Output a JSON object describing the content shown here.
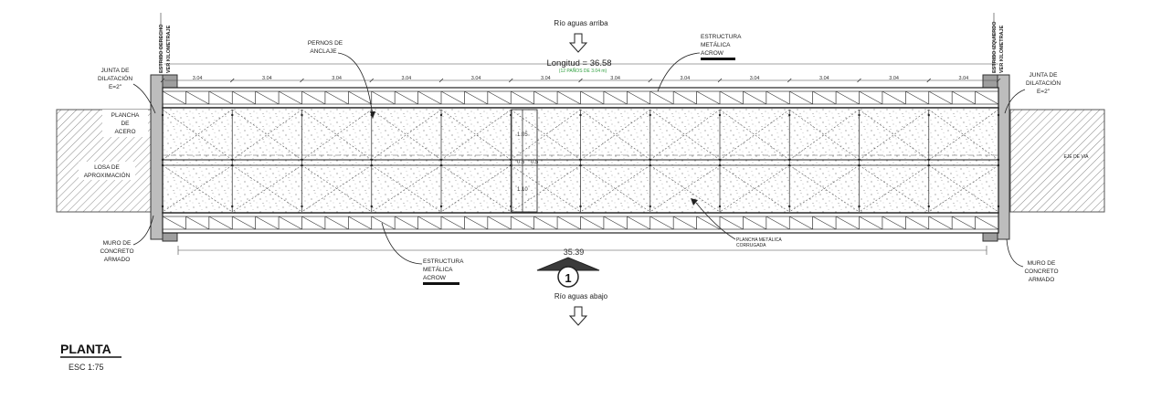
{
  "flow": {
    "upstream": "Río aguas arriba",
    "downstream": "Río aguas abajo"
  },
  "abutments": {
    "left_label_1": "ESTRIBO DERECHO",
    "left_label_2": "VER KILOMETRAJE",
    "right_label_1": "ESTRIBO IZQUIERDO",
    "right_label_2": "VER KILOMETRAJE"
  },
  "dimensions": {
    "total_length": "Longitud = 36.58",
    "spans_note": "(12 PAÑOS DE 3.04 m)",
    "panel": "3.04",
    "inner_length": "35.39",
    "d1": "1.05",
    "d2": "0.5",
    "d3": "0.5",
    "d4": "1.10"
  },
  "labels": {
    "pernos": [
      "PERNOS DE",
      "ANCLAJE"
    ],
    "estructura_top": [
      "ESTRUCTURA",
      "METÁLICA",
      "ACROW"
    ],
    "estructura_bottom": [
      "ESTRUCTURA",
      "METÁLICA",
      "ACROW"
    ],
    "junta_left": [
      "JUNTA DE",
      "DILATACIÓN",
      "E=2\""
    ],
    "junta_right": [
      "JUNTA DE",
      "DILATACIÓN",
      "E=2\""
    ],
    "plancha_acero": [
      "PLANCHA",
      "DE",
      "ACERO"
    ],
    "losa": [
      "LOSA DE",
      "APROXIMACIÓN"
    ],
    "muro_left": [
      "MURO DE",
      "CONCRETO",
      "ARMADO"
    ],
    "muro_right": [
      "MURO DE",
      "CONCRETO",
      "ARMADO"
    ],
    "plancha_corrugada": [
      "PLANCHA METÁLICA",
      "CORRUGADA"
    ],
    "eje_via": "EJE DE VIA"
  },
  "section_marker": "1",
  "title": {
    "main": "PLANTA",
    "scale": "ESC  1:75"
  },
  "colors": {
    "line": "#222222",
    "hatch": "#888888",
    "fill_gray": "#d9d9d9",
    "green_note": "#2e9e3e"
  }
}
